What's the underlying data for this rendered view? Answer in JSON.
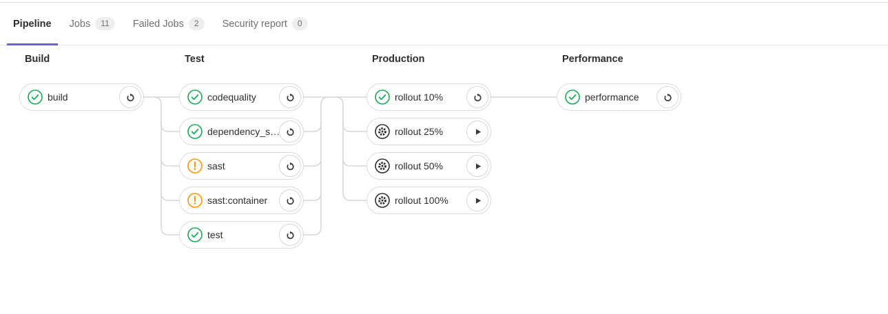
{
  "colors": {
    "success": "#1aaa55",
    "warning": "#fc9403",
    "manual": "#2e2e2e",
    "connector": "#d6d6d6",
    "border": "#dbdbdb",
    "text": "#2e2e2e",
    "muted": "#707070",
    "tab_active_underline": "#6666c4"
  },
  "tabs": [
    {
      "label": "Pipeline",
      "active": true
    },
    {
      "label": "Jobs",
      "count": "11"
    },
    {
      "label": "Failed Jobs",
      "count": "2"
    },
    {
      "label": "Security report",
      "count": "0"
    }
  ],
  "stages": [
    {
      "name": "Build",
      "jobs": [
        {
          "label": "build",
          "status": "success",
          "action": "retry"
        }
      ]
    },
    {
      "name": "Test",
      "jobs": [
        {
          "label": "codequality",
          "status": "success",
          "action": "retry"
        },
        {
          "label": "dependency_s…",
          "status": "success",
          "action": "retry"
        },
        {
          "label": "sast",
          "status": "warning",
          "action": "retry"
        },
        {
          "label": "sast:container",
          "status": "warning",
          "action": "retry"
        },
        {
          "label": "test",
          "status": "success",
          "action": "retry"
        }
      ]
    },
    {
      "name": "Production",
      "jobs": [
        {
          "label": "rollout 10%",
          "status": "success",
          "action": "retry"
        },
        {
          "label": "rollout 25%",
          "status": "manual",
          "action": "play"
        },
        {
          "label": "rollout 50%",
          "status": "manual",
          "action": "play"
        },
        {
          "label": "rollout 100%",
          "status": "manual",
          "action": "play"
        }
      ]
    },
    {
      "name": "Performance",
      "jobs": [
        {
          "label": "performance",
          "status": "success",
          "action": "retry"
        }
      ]
    }
  ]
}
